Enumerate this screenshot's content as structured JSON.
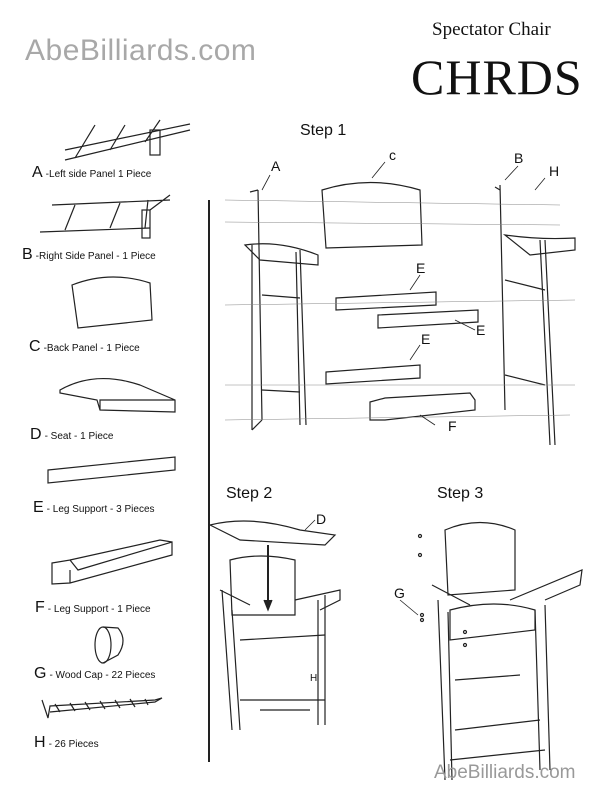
{
  "header": {
    "watermark": "AbeBilliards.com",
    "subtitle": "Spectator Chair",
    "title": "CHRDS"
  },
  "parts": [
    {
      "letter": "A",
      "text": "-Left side Panel 1 Piece"
    },
    {
      "letter": "B",
      "text": "-Right Side Panel - 1 Piece"
    },
    {
      "letter": "C",
      "text": "-Back Panel - 1 Piece"
    },
    {
      "letter": "D",
      "text": "- Seat - 1 Piece"
    },
    {
      "letter": "E",
      "text": "- Leg Support - 3 Pieces"
    },
    {
      "letter": "F",
      "text": "- Leg Support - 1 Piece"
    },
    {
      "letter": "G",
      "text": "- Wood Cap - 22 Pieces"
    },
    {
      "letter": "H",
      "text": "- 26 Pieces"
    }
  ],
  "steps": {
    "step1": "Step 1",
    "step2": "Step 2",
    "step3": "Step 3"
  },
  "callouts": {
    "a": "A",
    "b": "B",
    "c": "c",
    "h": "H",
    "e1": "E",
    "e2": "E",
    "e3": "E",
    "f": "F",
    "d": "D",
    "h2": "H",
    "g": "G"
  },
  "footer": "AbeBilliards.com"
}
